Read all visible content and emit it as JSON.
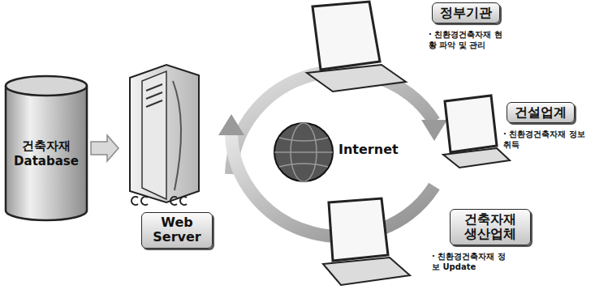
{
  "diagram": {
    "nodes": [
      {
        "text": [
          "건축자재 Database"
        ]
      },
      {
        "text": [
          "Web Server"
        ]
      },
      {
        "text": [
          "Internet"
        ]
      },
      {
        "text": [
          "정부기관",
          "· 친환경건축자재 현황 파악 및 관리"
        ]
      },
      {
        "text": [
          "건설업계",
          "· 친환경건축자재 정보 취득"
        ]
      },
      {
        "text": [
          "건축자재 생산업체",
          "· 친환경건축자재 정보 Update"
        ]
      }
    ],
    "edges": [
      {
        "from": 0,
        "to": 1,
        "arrow": "to"
      }
    ]
  }
}
